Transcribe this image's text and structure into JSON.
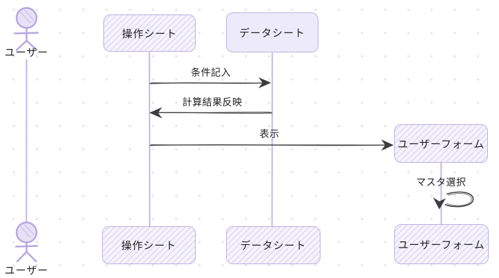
{
  "diagram": {
    "type": "sequence-diagram",
    "actor": {
      "label": "ユーザー"
    },
    "participants": [
      {
        "id": "operation-sheet",
        "label": "操作シート"
      },
      {
        "id": "data-sheet",
        "label": "データシート"
      },
      {
        "id": "user-form",
        "label": "ユーザーフォーム"
      }
    ],
    "messages": [
      {
        "label": "条件記入",
        "from": "操作シート",
        "to": "データシート",
        "direction": "right"
      },
      {
        "label": "計算結果反映",
        "from": "データシート",
        "to": "操作シート",
        "direction": "left"
      },
      {
        "label": "表示",
        "from": "操作シート",
        "to": "ユーザーフォーム",
        "direction": "right"
      },
      {
        "label": "マスタ選択",
        "from": "ユーザーフォーム",
        "to": "ユーザーフォーム",
        "direction": "self"
      }
    ],
    "colors": {
      "shape_stroke": "#bcb0e2",
      "shape_fill": "#edebfa",
      "hatch_line": "#ded7f1",
      "lifeline": "#c9bdee",
      "arrow": "#3d3d3d",
      "text": "#1e1e1e",
      "grid_dot": "#e5e3e9",
      "background": "#ffffff"
    }
  }
}
